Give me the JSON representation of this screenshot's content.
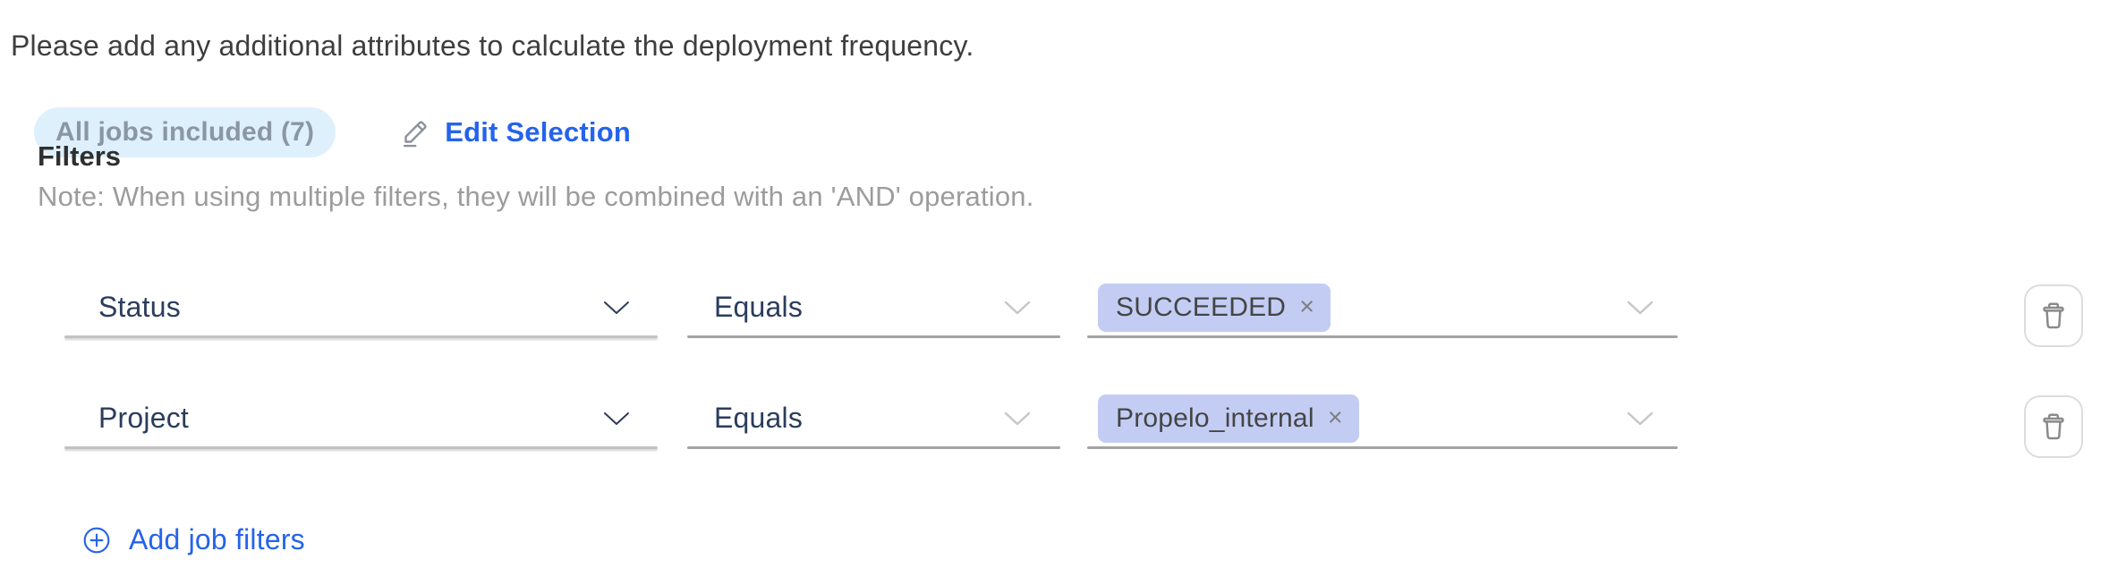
{
  "intro_text": "Please add any additional attributes to calculate the deployment frequency.",
  "selection": {
    "badge_label": "All jobs included (7)",
    "edit_label": "Edit Selection"
  },
  "filters": {
    "title": "Filters",
    "note": "Note: When using multiple filters, they will be combined with an 'AND' operation.",
    "add_label": "Add job filters",
    "rows": [
      {
        "attribute": "Status",
        "operator": "Equals",
        "values": [
          {
            "label": "SUCCEEDED"
          }
        ]
      },
      {
        "attribute": "Project",
        "operator": "Equals",
        "values": [
          {
            "label": "Propelo_internal"
          }
        ]
      }
    ]
  },
  "icons": {
    "close": "×",
    "edit": "pencil",
    "delete": "trash",
    "add": "plus-circle",
    "dropdown": "chevron-down"
  },
  "colors": {
    "accent_blue": "#2563eb",
    "tag_background": "#c3cdf4",
    "badge_background": "#def0fb",
    "badge_text": "#8b96a5",
    "select_text": "#2b3d5c",
    "note_text": "#9c9c9c"
  }
}
